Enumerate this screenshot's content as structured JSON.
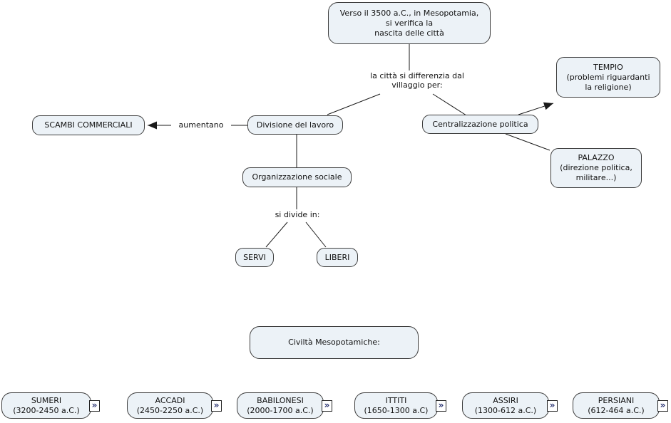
{
  "nodes": {
    "origin": {
      "lines": [
        "Verso il 3500 a.C., in Mesopotamia,",
        "si verifica la",
        "nascita delle città"
      ]
    },
    "scambi": {
      "lines": [
        "SCAMBI COMMERCIALI"
      ]
    },
    "divisione": {
      "lines": [
        "Divisione del lavoro"
      ]
    },
    "centralizzazione": {
      "lines": [
        "Centralizzazione politica"
      ]
    },
    "tempio": {
      "lines": [
        "TEMPIO",
        "(problemi riguardanti",
        "la religione)"
      ]
    },
    "palazzo": {
      "lines": [
        "PALAZZO",
        "(direzione politica,",
        "militare...)"
      ]
    },
    "organizzazione": {
      "lines": [
        "Organizzazione sociale"
      ]
    },
    "servi": {
      "lines": [
        "SERVI"
      ]
    },
    "liberi": {
      "lines": [
        "LIBERI"
      ]
    },
    "civilta": {
      "lines": [
        "Civiltà Mesopotamiche:"
      ]
    }
  },
  "link_labels": {
    "differenzia": {
      "lines": [
        "la città si differenzia dal",
        "villaggio per:"
      ]
    },
    "aumentano": "aumentano",
    "si_divide": "si divide in:"
  },
  "civilizations": [
    {
      "name": "SUMERI",
      "dates": "(3200-2450 a.C.)"
    },
    {
      "name": "ACCADI",
      "dates": "(2450-2250 a.C.)"
    },
    {
      "name": "BABILONESI",
      "dates": "(2000-1700 a.C.)"
    },
    {
      "name": "ITTITI",
      "dates": "(1650-1300 a.C)"
    },
    {
      "name": "ASSIRI",
      "dates": "(1300-612 a.C.)"
    },
    {
      "name": "PERSIANI",
      "dates": "(612-464 a.C.)"
    }
  ],
  "edges": [
    {
      "from": "origin",
      "to": "differenzia-label",
      "arrow": false
    },
    {
      "from": "differenzia-label",
      "to": "divisione",
      "arrow": false
    },
    {
      "from": "differenzia-label",
      "to": "centralizzazione",
      "arrow": false
    },
    {
      "from": "divisione",
      "to": "scambi",
      "arrow": true,
      "label": "aumentano"
    },
    {
      "from": "divisione",
      "to": "organizzazione",
      "arrow": false
    },
    {
      "from": "organizzazione",
      "to": "si-divide-label",
      "arrow": false
    },
    {
      "from": "si-divide-label",
      "to": "servi",
      "arrow": false
    },
    {
      "from": "si-divide-label",
      "to": "liberi",
      "arrow": false
    },
    {
      "from": "centralizzazione",
      "to": "tempio",
      "arrow": true
    },
    {
      "from": "centralizzazione",
      "to": "palazzo",
      "arrow": false
    }
  ],
  "icons": {
    "resource_link": "»"
  },
  "colors": {
    "node_fill": "#ecf2f7",
    "node_border": "#3d3d3d",
    "edge": "#1a1a1a",
    "resource_glyph": "#1f2a6b",
    "background": "#ffffff"
  }
}
